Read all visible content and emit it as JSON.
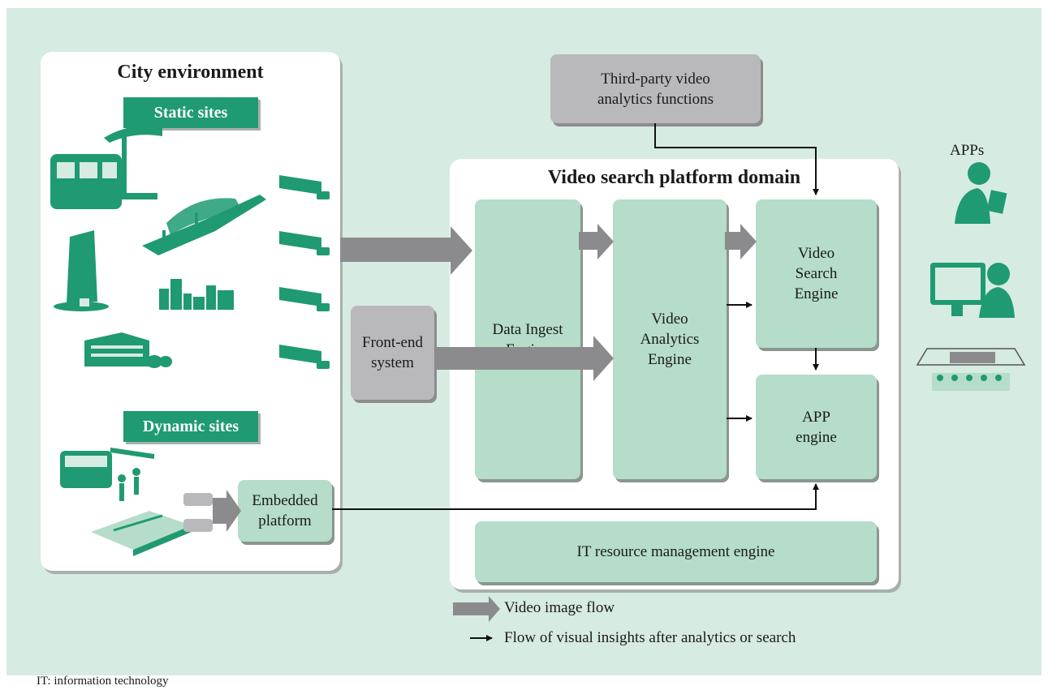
{
  "city": {
    "title": "City environment",
    "static_label": "Static sites",
    "dynamic_label": "Dynamic sites",
    "embedded": "Embedded\nplatform"
  },
  "front_end": "Front-end\nsystem",
  "third_party": "Third-party video\nanalytics functions",
  "platform": {
    "title": "Video search platform domain",
    "ingest": "Data Ingest\nEngine",
    "analytics": "Video\nAnalytics\nEngine",
    "search": "Video\nSearch\nEngine",
    "app_engine": "APP\nengine",
    "it_resource": "IT resource management engine"
  },
  "apps_label": "APPs",
  "legend": {
    "video_flow": "Video image flow",
    "insight_flow": "Flow of visual insights after analytics or search"
  },
  "footnote": "IT: information technology",
  "colors": {
    "background": "#d6ebe1",
    "engine_box": "#b5ddca",
    "grey_box": "#b9b9bb",
    "accent_green": "#1f9a72",
    "video_arrow": "#8b8b8d"
  },
  "icons": [
    "train-station-icon",
    "highway-icon",
    "tower-building-icon",
    "city-skyline-icon",
    "office-building-icon",
    "cctv-camera-icon",
    "bus-stop-icon",
    "stadium-icon",
    "tablet-user-icon",
    "desktop-user-icon",
    "control-room-icon"
  ]
}
